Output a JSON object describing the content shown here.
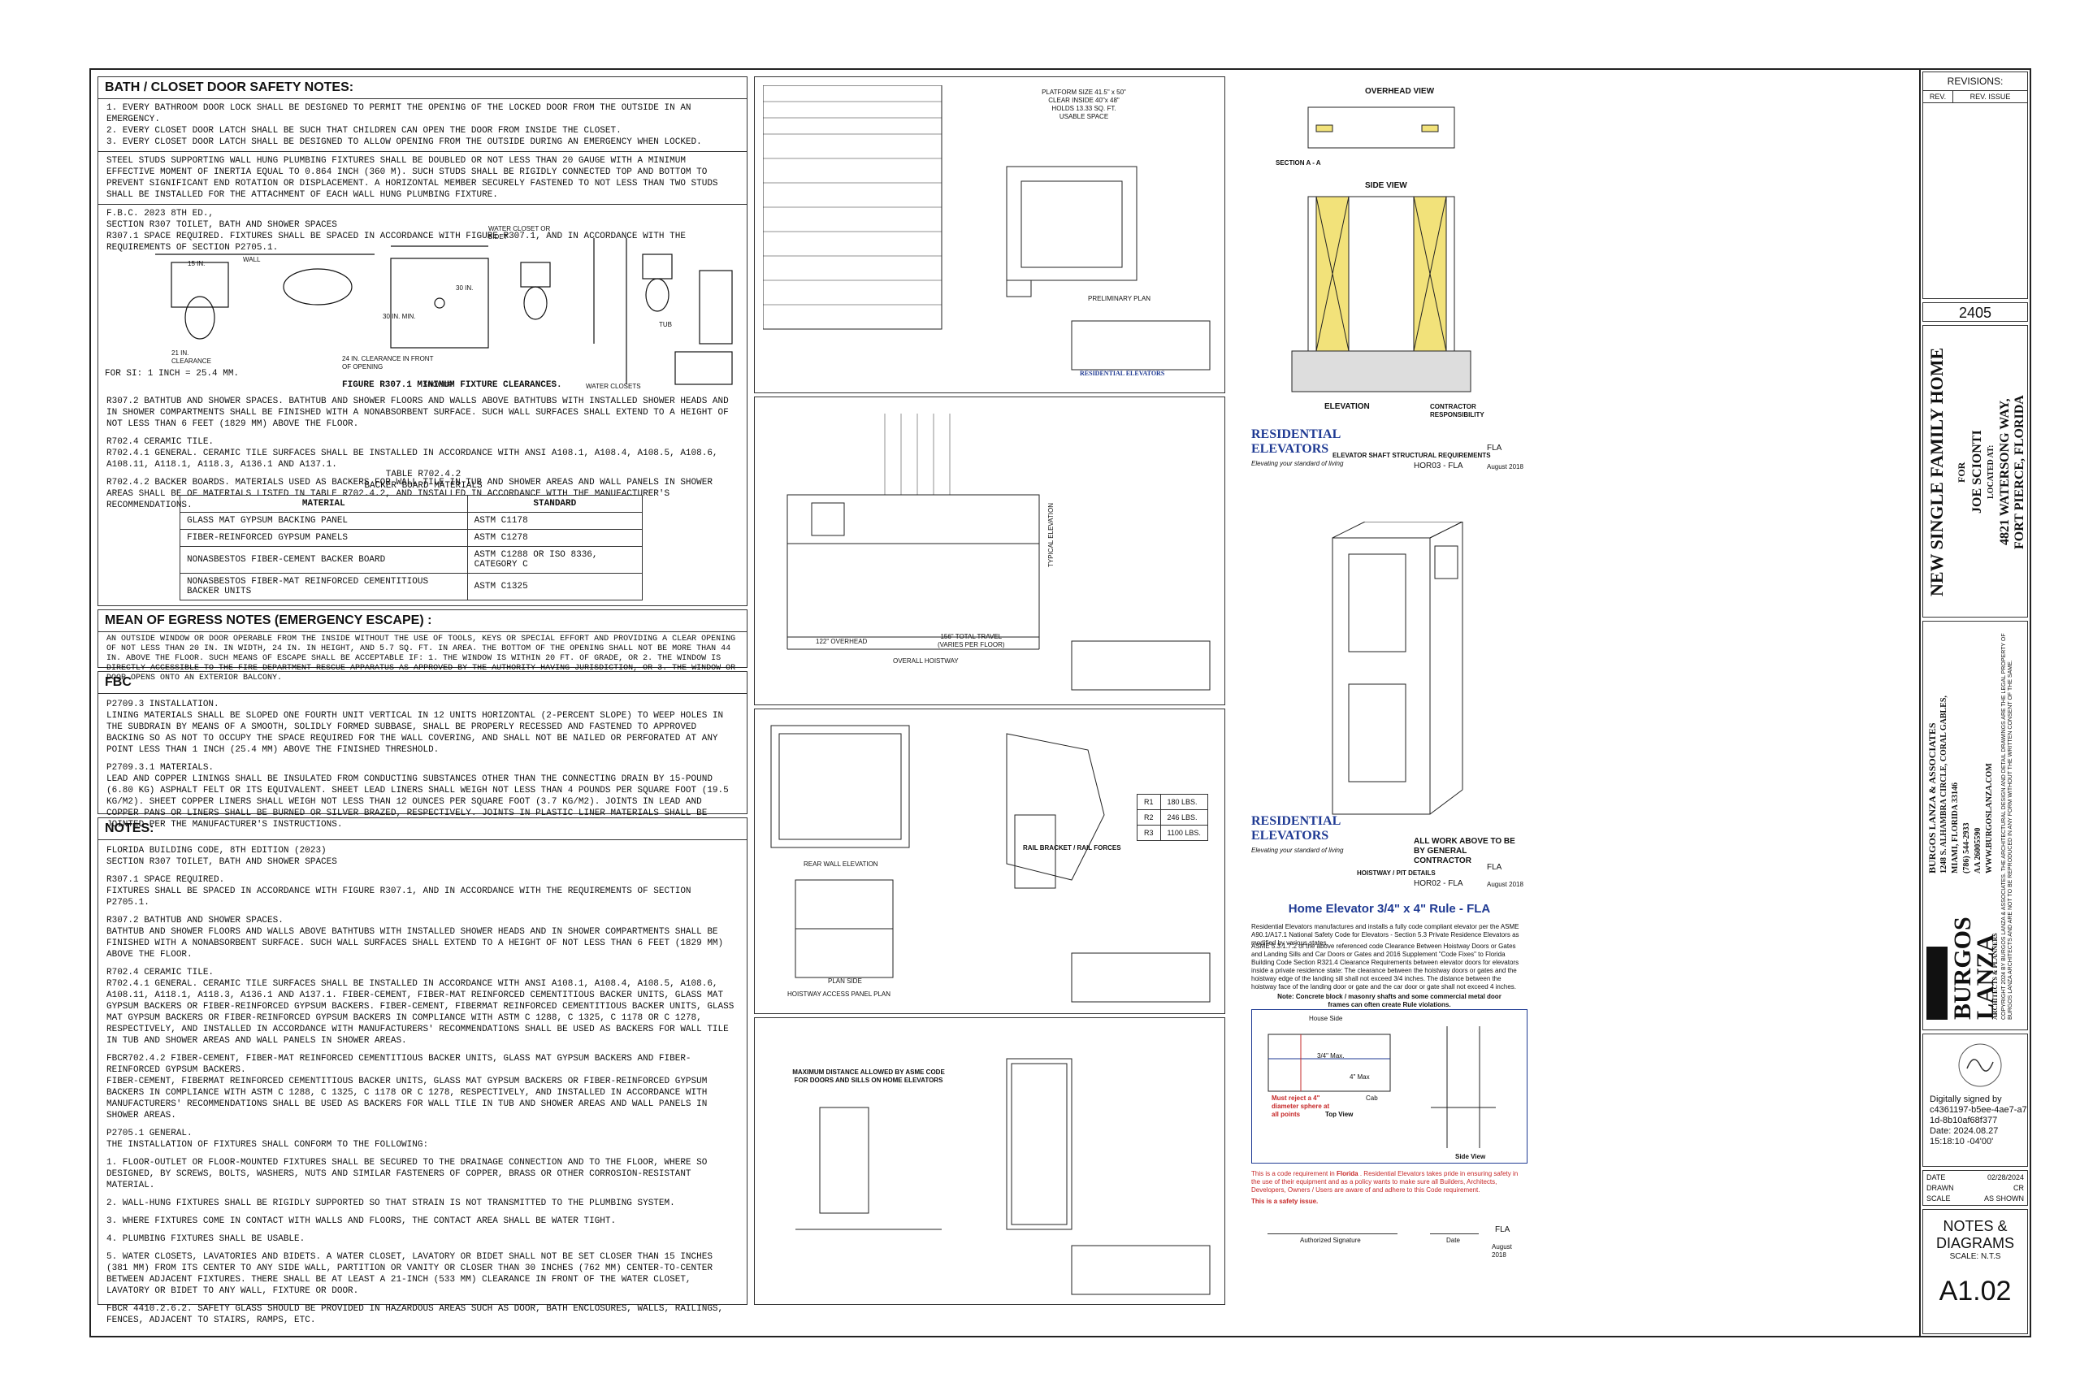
{
  "bath_notes": {
    "title": "BATH / CLOSET DOOR SAFETY NOTES:",
    "items": [
      "1.  EVERY BATHROOM DOOR LOCK SHALL BE DESIGNED TO PERMIT THE OPENING OF THE LOCKED DOOR FROM THE OUTSIDE IN AN EMERGENCY.",
      "2.  EVERY CLOSET DOOR LATCH SHALL BE SUCH THAT CHILDREN CAN OPEN THE DOOR  FROM INSIDE THE CLOSET.",
      "3.  EVERY CLOSET DOOR LATCH SHALL BE DESIGNED TO ALLOW OPENING FROM THE OUTSIDE DURING AN EMERGENCY WHEN LOCKED."
    ],
    "studs": "STEEL STUDS SUPPORTING WALL HUNG PLUMBING FIXTURES SHALL BE DOUBLED OR NOT LESS THAN 20 GAUGE WITH A MINIMUM EFFECTIVE MOMENT OF INERTIA EQUAL TO 0.864 INCH (360 m). SUCH STUDS SHALL BE RIGIDLY CONNECTED TOP AND BOTTOM TO PREVENT SIGNIFICANT END ROTATION OR DISPLACEMENT. A HORIZONTAL MEMBER SECURELY FASTENED TO NOT LESS THAN TWO STUDS SHALL BE INSTALLED FOR THE ATTACHMENT OF EACH WALL HUNG PLUMBING FIXTURE.",
    "fbc": "F.B.C. 2023 8TH ED.,",
    "section": "SECTION R307 TOILET, BATH AND SHOWER SPACES",
    "r3071": "R307.1 SPACE REQUIRED. FIXTURES SHALL BE SPACED IN ACCORDANCE WITH FIGURE R307.1, AND IN ACCORDANCE WITH THE REQUIREMENTS OF SECTION P2705.1.",
    "fig_labels": {
      "wall": "WALL",
      "water_closet": "WATER CLOSET OR BIDET",
      "d15": "15 IN.",
      "d30": "30 IN.",
      "d21": "21 IN. CLEARANCE",
      "d30min": "30 IN. MIN.",
      "d24": "24 IN. CLEARANCE IN FRONT OF OPENING",
      "tub": "TUB",
      "shower": "SHOWER",
      "water_closets": "WATER CLOSETS"
    },
    "si": "FOR SI:  1 INCH  =  25.4 MM.",
    "figure_caption": "FIGURE R307.1 MINIMUM FIXTURE CLEARANCES.",
    "r3072": "R307.2 BATHTUB AND SHOWER SPACES. BATHTUB AND SHOWER FLOORS AND WALLS ABOVE BATHTUBS WITH INSTALLED SHOWER HEADS AND IN SHOWER COMPARTMENTS SHALL BE FINISHED WITH A NONABSORBENT SURFACE. SUCH WALL SURFACES SHALL EXTEND TO A HEIGHT OF NOT LESS THAN 6 FEET (1829 MM) ABOVE THE FLOOR.",
    "r7024": "R702.4 CERAMIC TILE.",
    "r70241": "R702.4.1 GENERAL. CERAMIC TILE SURFACES SHALL BE INSTALLED IN ACCORDANCE WITH ANSI A108.1, A108.4, A108.5, A108.6, A108.11, A118.1, A118.3, A136.1 AND A137.1.",
    "r70242": "R702.4.2 BACKER BOARDS. MATERIALS USED AS BACKERS FOR WALL TILE IN TUB AND SHOWER AREAS AND WALL PANELS IN SHOWER AREAS SHALL BE OF MATERIALS LISTED IN TABLE R702.4.2, AND INSTALLED IN ACCORDANCE WITH THE MANUFACTURER'S RECOMMENDATIONS.",
    "table_title": "TABLE R702.4.2",
    "table_subtitle": "BACKER BOARD MATERIALS",
    "table_headers": [
      "MATERIAL",
      "STANDARD"
    ],
    "table_rows": [
      [
        "GLASS MAT GYPSUM BACKING PANEL",
        "ASTM C1178"
      ],
      [
        "FIBER-REINFORCED GYPSUM PANELS",
        "ASTM C1278"
      ],
      [
        "NONASBESTOS FIBER-CEMENT BACKER BOARD",
        "ASTM C1288 OR ISO 8336, CATEGORY C"
      ],
      [
        "NONASBESTOS FIBER-MAT REINFORCED CEMENTITIOUS BACKER UNITS",
        "ASTM C1325"
      ]
    ]
  },
  "egress": {
    "title": "MEAN OF EGRESS NOTES (EMERGENCY ESCAPE) :",
    "text": "AN OUTSIDE WINDOW OR DOOR OPERABLE FROM THE INSIDE WITHOUT THE USE OF TOOLS, KEYS OR SPECIAL EFFORT AND PROVIDING A CLEAR OPENING OF NOT LESS THAN 20 IN. IN WIDTH, 24 IN. IN HEIGHT, AND  5.7 SQ. FT. IN AREA. THE BOTTOM OF THE OPENING SHALL NOT BE MORE THAN 44 IN. ABOVE THE FLOOR.  SUCH MEANS OF ESCAPE SHALL BE ACCEPTABLE IF: 1. THE WINDOW IS WITHIN 20 FT. OF GRADE, OR 2. THE WINDOW IS DIRECTLY ACCESSIBLE TO THE FIRE DEPARTMENT RESCUE APPARATUS AS APPROVED  BY THE AUTHORITY HAVING JURISDICTION, OR 3. THE WINDOW OR DOOR OPENS ONTO AN EXTERIOR BALCONY."
  },
  "fbc": {
    "title": "FBC",
    "p1_head": "P2709.3 INSTALLATION.",
    "p1": "LINING MATERIALS SHALL BE SLOPED ONE FOURTH UNIT VERTICAL IN 12 UNITS HORIZONTAL (2-PERCENT SLOPE) TO WEEP HOLES IN THE SUBDRAIN BY MEANS OF A SMOOTH, SOLIDLY FORMED SUBBASE, SHALL BE PROPERLY RECESSED AND FASTENED TO APPROVED BACKING SO AS NOT TO OCCUPY THE SPACE REQUIRED FOR THE WALL COVERING, AND SHALL NOT BE NAILED OR PERFORATED AT ANY POINT LESS THAN 1 INCH (25.4 MM) ABOVE THE FINISHED THRESHOLD.",
    "p2_head": "P2709.3.1 MATERIALS.",
    "p2": "LEAD AND COPPER LININGS SHALL BE INSULATED FROM CONDUCTING SUBSTANCES OTHER THAN THE CONNECTING DRAIN BY 15-POUND (6.80 KG) ASPHALT FELT OR ITS EQUIVALENT. SHEET LEAD LINERS SHALL WEIGH NOT LESS THAN 4 POUNDS PER SQUARE FOOT (19.5 KG/M2). SHEET COPPER LINERS SHALL WEIGH NOT LESS THAN 12 OUNCES PER SQUARE FOOT (3.7 KG/M2). JOINTS IN LEAD AND COPPER PANS OR LINERS SHALL BE BURNED OR SILVER BRAZED, RESPECTIVELY. JOINTS IN PLASTIC LINER MATERIALS SHALL BE JOINTED PER THE MANUFACTURER'S INSTRUCTIONS."
  },
  "notes": {
    "title": "NOTES:",
    "code": "FLORIDA BUILDING CODE, 8TH EDITION (2023)",
    "section": "SECTION R307 TOILET, BATH AND SHOWER SPACES",
    "paras": [
      {
        "head": "R307.1 SPACE REQUIRED.",
        "text": "FIXTURES SHALL BE SPACED IN ACCORDANCE WITH FIGURE R307.1, AND IN ACCORDANCE WITH THE REQUIREMENTS OF SECTION P2705.1."
      },
      {
        "head": "R307.2 BATHTUB AND SHOWER SPACES.",
        "text": "BATHTUB AND SHOWER FLOORS AND WALLS ABOVE BATHTUBS WITH INSTALLED SHOWER HEADS AND IN SHOWER COMPARTMENTS SHALL BE FINISHED WITH A NONABSORBENT SURFACE. SUCH WALL SURFACES SHALL EXTEND TO A HEIGHT OF NOT LESS THAN 6 FEET (1829 MM) ABOVE THE FLOOR."
      },
      {
        "head": "R702.4 CERAMIC TILE.",
        "text": "R702.4.1 GENERAL. CERAMIC TILE SURFACES SHALL BE INSTALLED IN ACCORDANCE WITH ANSI A108.1, A108.4, A108.5, A108.6, A108.11, A118.1, A118.3, A136.1 AND A137.1. FIBER-CEMENT, FIBER-MAT REINFORCED CEMENTITIOUS BACKER UNITS, GLASS MAT GYPSUM BACKERS OR FIBER-REINFORCED GYPSUM BACKERS. FIBER-CEMENT, FIBERMAT REINFORCED CEMENTITIOUS BACKER UNITS, GLASS MAT GYPSUM BACKERS OR FIBER-REINFORCED GYPSUM BACKERS IN COMPLIANCE WITH ASTM C 1288, C 1325, C 1178 OR C 1278, RESPECTIVELY, AND INSTALLED IN ACCORDANCE WITH MANUFACTURERS' RECOMMENDATIONS SHALL BE USED AS BACKERS FOR WALL TILE IN TUB AND SHOWER AREAS AND WALL PANELS IN SHOWER AREAS."
      },
      {
        "head": "FBCR702.4.2 FIBER-CEMENT, FIBER-MAT REINFORCED CEMENTITIOUS BACKER UNITS, GLASS MAT GYPSUM BACKERS AND FIBER-REINFORCED GYPSUM BACKERS.",
        "text": "FIBER-CEMENT, FIBERMAT REINFORCED CEMENTITIOUS BACKER UNITS, GLASS MAT GYPSUM BACKERS OR FIBER-REINFORCED GYPSUM BACKERS IN COMPLIANCE WITH ASTM C 1288, C 1325, C 1178 OR C 1278, RESPECTIVELY, AND INSTALLED IN ACCORDANCE WITH MANUFACTURERS' RECOMMENDATIONS SHALL BE USED AS BACKERS FOR WALL TILE IN TUB AND SHOWER AREAS AND WALL PANELS IN SHOWER AREAS."
      },
      {
        "head": "P2705.1 GENERAL.",
        "text": "THE INSTALLATION OF FIXTURES SHALL CONFORM TO THE FOLLOWING:"
      }
    ],
    "list": [
      "1.  FLOOR-OUTLET OR FLOOR-MOUNTED FIXTURES SHALL BE SECURED TO THE DRAINAGE CONNECTION AND TO THE FLOOR, WHERE SO DESIGNED, BY SCREWS, BOLTS, WASHERS, NUTS AND SIMILAR FASTENERS OF COPPER, BRASS OR OTHER CORROSION-RESISTANT MATERIAL.",
      "2.  WALL-HUNG FIXTURES SHALL BE RIGIDLY SUPPORTED SO THAT STRAIN IS NOT TRANSMITTED TO THE PLUMBING SYSTEM.",
      "3.  WHERE FIXTURES COME IN CONTACT WITH WALLS AND FLOORS, THE CONTACT AREA SHALL BE WATER TIGHT.",
      "4.  PLUMBING FIXTURES SHALL BE USABLE.",
      "5.  WATER CLOSETS, LAVATORIES AND BIDETS. A WATER CLOSET, LAVATORY OR BIDET SHALL NOT BE SET CLOSER THAN 15 INCHES (381 MM) FROM ITS CENTER TO ANY SIDE WALL, PARTITION OR VANITY OR CLOSER THAN 30 INCHES (762 MM) CENTER-TO-CENTER BETWEEN ADJACENT FIXTURES. THERE SHALL BE AT LEAST A 21-INCH (533 MM) CLEARANCE IN FRONT OF THE WATER CLOSET, LAVATORY OR BIDET TO ANY WALL, FIXTURE OR DOOR."
    ],
    "glass": "FBCR 4410.2.6.2. SAFETY GLASS SHOULD BE PROVIDED IN HAZARDOUS AREAS SUCH AS DOOR, BATH ENCLOSURES, WALLS, RAILINGS, FENCES, ADJACENT TO STAIRS, RAMPS, ETC."
  },
  "middle": {
    "plan_label": "PRELIMINARY PLAN",
    "platform": "PLATFORM SIZE 41.5\" x 50\"",
    "clear_inside": "CLEAR INSIDE 40\"x 48\"",
    "holds": "HOLDS 13.33 SQ. FT.",
    "usable": "USABLE SPACE",
    "elevation_label": "TYPICAL ELEVATION",
    "overhead": "122\" OVERHEAD",
    "total_travel": "156\" TOTAL TRAVEL",
    "varies": "(VARIES PER FLOOR)",
    "overall": "OVERALL HOISTWAY",
    "rear_wall": "REAR WALL ELEVATION",
    "plan_side": "PLAN SIDE",
    "access_panel": "HOISTWAY ACCESS PANEL PLAN",
    "rail_bracket": "RAIL BRACKET / RAIL FORCES",
    "rail_loads": [
      [
        "R1",
        "180 LBS."
      ],
      [
        "R2",
        "246 LBS."
      ],
      [
        "R3",
        "1100 LBS."
      ]
    ],
    "max_distance": "MAXIMUM DISTANCE ALLOWED BY ASME CODE FOR DOORS AND SILLS ON HOME ELEVATORS",
    "company_block": "RESIDENTIAL ELEVATORS"
  },
  "right_panels": {
    "overhead_view": "OVERHEAD VIEW",
    "side_view": "SIDE VIEW",
    "section_aa": "SECTION A - A",
    "elevation": "ELEVATION",
    "contractor": "CONTRACTOR RESPONSIBILITY",
    "shaft_req": "ELEVATOR SHAFT STRUCTURAL REQUIREMENTS",
    "hor03": "HOR03 - FLA",
    "fla": "FLA",
    "date_small": "August 2018",
    "hoistway_pit": "HOISTWAY / PIT DETAILS",
    "hor02": "HOR02 - FLA",
    "all_work": "ALL WORK ABOVE TO BE BY GENERAL CONTRACTOR",
    "brand": "RESIDENTIAL ELEVATORS",
    "tagline": "Elevating your standard of living",
    "rule_title": "Home Elevator 3/4\" x 4\" Rule - FLA",
    "rule_p1": "Residential Elevators manufactures and installs a fully code compliant elevator per the ASME A90.1/A17.1 National Safety Code for Elevators - Section 5.3 Private Residence Elevators as modified by various states.",
    "rule_p2": "ASME 5.3.1.7.2 of the above referenced code Clearance Between Hoistway Doors or Gates and Landing Sills and Car Doors or Gates and 2016 Supplement \"Code Fixes\" to Florida Building Code Section R321.4 Clearance Requirements between elevator doors for elevators inside a private residence state: The clearance between the hoistway doors or gates and the hoistway edge of the landing sill shall not exceed 3/4 inches. The distance between the hoistway face of the landing door or gate and the car door or gate shall not exceed 4 inches.",
    "rule_note": "Note: Concrete block / masonry shafts and some commercial metal door frames can often create Rule violations.",
    "top_view": "Top View",
    "side_view2": "Side View",
    "house_side": "House Side",
    "cab": "Cab",
    "max34": "3/4\" Max.",
    "max4": "4\" Max",
    "reject": "Must reject a 4\" diameter sphere at all points",
    "florida1": "This is a code requirement in",
    "florida_bold": "Florida",
    "florida2": ". Residential Elevators takes pride in ensuring safety in the use of their equipment and as a policy wants to make sure all Builders, Architects, Developers, Owners / Users are aware of and adhere to this Code requirement.",
    "safety": "This is a safety issue.",
    "signature": "Authorized Signature",
    "date_label": "Date"
  },
  "title_block": {
    "revisions": "REVISIONS:",
    "rev": "REV.",
    "rev_issue": "REV. ISSUE",
    "job": "2405",
    "project": "NEW SINGLE FAMILY HOME",
    "for": "FOR",
    "owner": "JOE SCIONTI",
    "located": "LOCATED AT:",
    "address1": "4821 WATERSONG WAY,",
    "address2": "FORT PIERCE, FLORIDA",
    "firm": "BURGOS LANZA & ASSOCIATES",
    "firm_addr1": "1248 S. ALHAMBRA CIRCLE, CORAL GABLES,",
    "firm_addr2": "MIAMI, FLORIDA 33146",
    "firm_phone": "(786) 544-2933",
    "firm_aa": "AA 26005590",
    "firm_web": "WWW.BURGOSLANZA.COM",
    "logo1": "BURGOS",
    "logo2": "LANZA",
    "logo3": "ARCHITECTS & PLANNERS",
    "logo4": "AA 26005580",
    "copyright": "COPYRIGHT 2024 BY BURGOS LANZA & ASSOCIATES. THE ARCHITECTURAL DESIGN AND DETAIL DRAWINGS ARE THE LEGAL PROPERTY OF BURGOS LANZA ARCHITECTS AND ARE NOT TO BE REPRODUCED IN ANY FORM WITHOUT THE WRITTEN CONSENT OF THE SAME.",
    "signed_label": "Digitally signed by",
    "signed_id": "c4361197-b5ee-4ae7-a71d-8b10af68f377",
    "signed_date": "Date: 2024.08.27",
    "signed_time": "15:18:10 -04'00'",
    "date_k": "DATE",
    "date_v": "02/28/2024",
    "drawn_k": "DRAWN",
    "drawn_v": "CR",
    "scale_k": "SCALE",
    "scale_v": "AS SHOWN",
    "sheet_title1": "NOTES &",
    "sheet_title2": "DIAGRAMS",
    "sheet_scale": "SCALE: N.T.S",
    "sheet_no": "A1.02"
  },
  "colors": {
    "red": "#c62828",
    "navy": "#1f3a93",
    "yellow": "#f2e27a"
  }
}
